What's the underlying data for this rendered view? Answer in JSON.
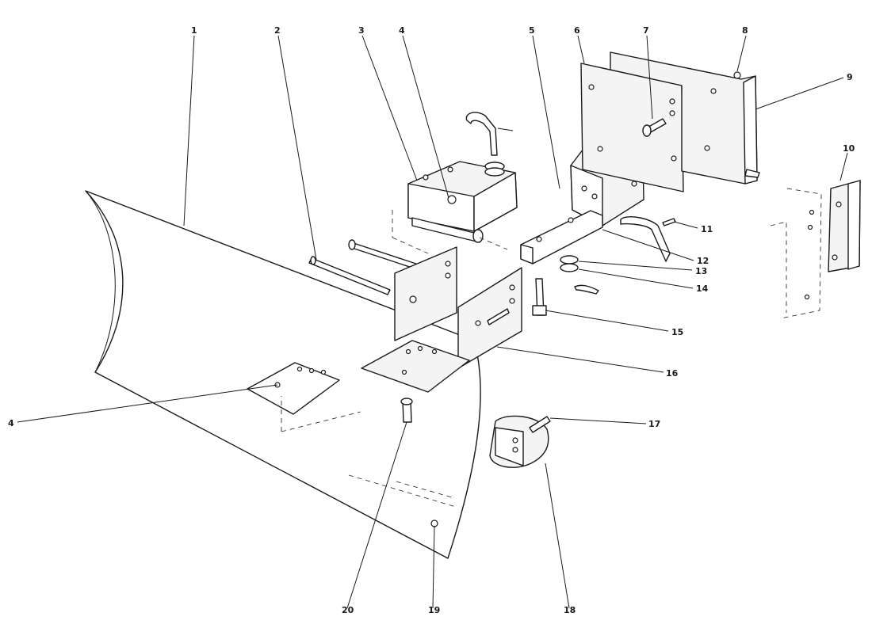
{
  "callouts": [
    {
      "id": "c1",
      "label": "1"
    },
    {
      "id": "c2",
      "label": "2"
    },
    {
      "id": "c3",
      "label": "3"
    },
    {
      "id": "c4a",
      "label": "4"
    },
    {
      "id": "c5",
      "label": "5"
    },
    {
      "id": "c6",
      "label": "6"
    },
    {
      "id": "c7",
      "label": "7"
    },
    {
      "id": "c8",
      "label": "8"
    },
    {
      "id": "c9",
      "label": "9"
    },
    {
      "id": "c10",
      "label": "10"
    },
    {
      "id": "c11",
      "label": "11"
    },
    {
      "id": "c12",
      "label": "12"
    },
    {
      "id": "c13",
      "label": "13"
    },
    {
      "id": "c14",
      "label": "14"
    },
    {
      "id": "c15",
      "label": "15"
    },
    {
      "id": "c16",
      "label": "16"
    },
    {
      "id": "c4b",
      "label": "4"
    },
    {
      "id": "c17",
      "label": "17"
    },
    {
      "id": "c18",
      "label": "18"
    },
    {
      "id": "c19",
      "label": "19"
    },
    {
      "id": "c20",
      "label": "20"
    }
  ]
}
